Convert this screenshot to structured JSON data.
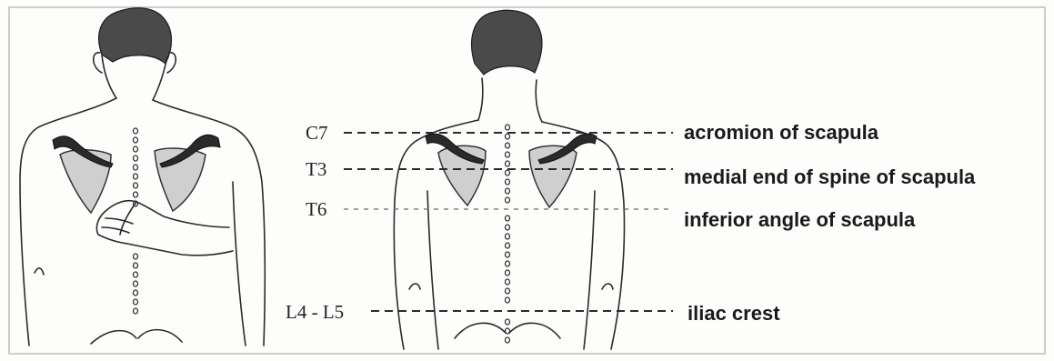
{
  "figure": {
    "levels": [
      {
        "level": "C7",
        "landmark": "acromion of scapula"
      },
      {
        "level": "T3",
        "landmark": "medial end of spine of scapula"
      },
      {
        "level": "T6",
        "landmark": "inferior angle of scapula"
      },
      {
        "level": "L4 - L5",
        "landmark": "iliac crest"
      }
    ]
  }
}
